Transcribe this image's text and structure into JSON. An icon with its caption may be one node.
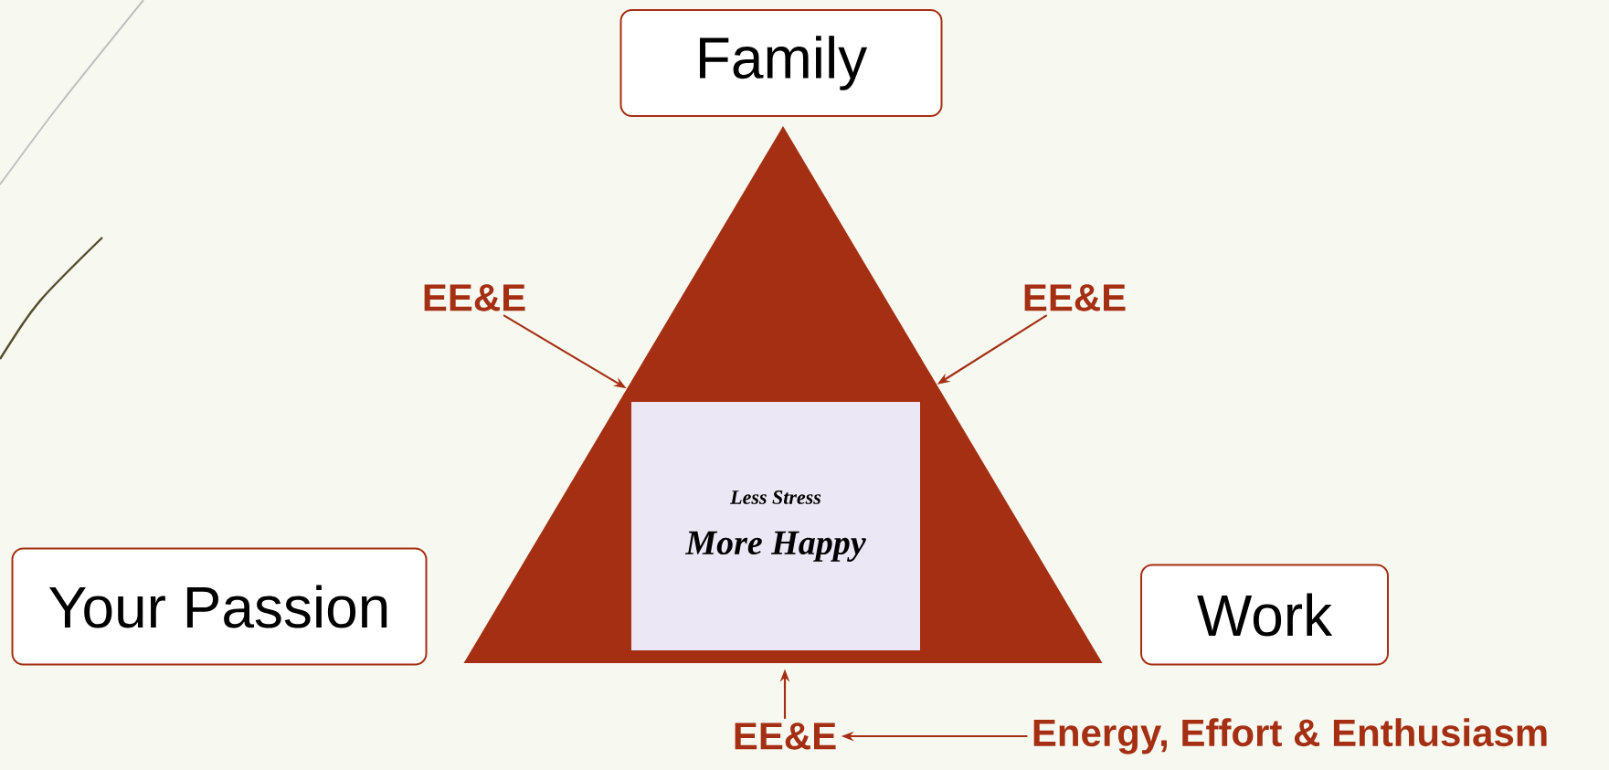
{
  "diagram": {
    "nodes": [
      {
        "text": [
          "Family"
        ]
      },
      {
        "text": [
          "Your Passion"
        ]
      },
      {
        "text": [
          "Work"
        ]
      },
      {
        "text": [],
        "shape": "triangle"
      },
      {
        "text": [
          "Less Stress",
          "More Happy"
        ],
        "in": 3
      },
      {
        "text": [
          "EE&E"
        ]
      },
      {
        "text": [
          "EE&E"
        ]
      },
      {
        "text": [
          "EE&E"
        ]
      },
      {
        "text": [
          "Energy, Effort & Enthusiasm"
        ]
      }
    ],
    "edges": [
      {
        "from": 5,
        "to": 3,
        "arrow": "to"
      },
      {
        "from": 6,
        "to": 3,
        "arrow": "to"
      },
      {
        "from": 7,
        "to": 3,
        "arrow": "to"
      },
      {
        "from": 8,
        "to": 7,
        "arrow": "to"
      }
    ]
  }
}
